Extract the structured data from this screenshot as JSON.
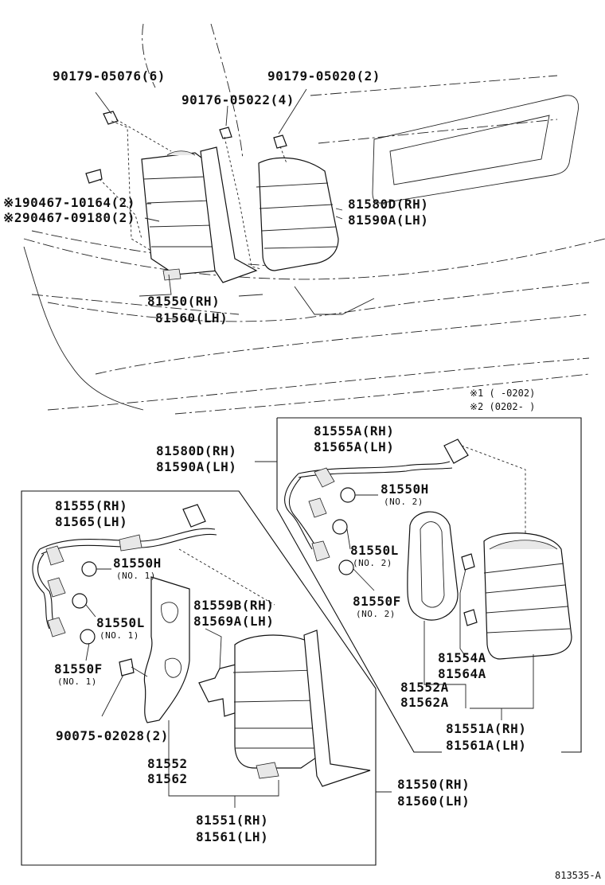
{
  "labels": {
    "p90179_05076": "90179-05076(6)",
    "p90179_05020": "90179-05020(2)",
    "p90176_05022": "90176-05022(4)",
    "p90467_10164": "※190467-10164(2)",
    "p90467_09180": "※290467-09180(2)",
    "p81580d_top": "81580D(RH)",
    "p81590a_top": "81590A(LH)",
    "p81550_top": "81550(RH)",
    "p81560_top": "81560(LH)",
    "p81580d_mid": "81580D(RH)",
    "p81590a_mid": "81590A(LH)",
    "p81555a": "81555A(RH)",
    "p81565a": "81565A(LH)",
    "p81550h_r": "81550H",
    "p81550l_r": "81550L",
    "p81550f_r": "81550F",
    "p81554a": "81554A",
    "p81564a": "81564A",
    "p81552a": "81552A",
    "p81562a": "81562A",
    "p81551a": "81551A(RH)",
    "p81561a": "81561A(LH)",
    "p81555": "81555(RH)",
    "p81565": "81565(LH)",
    "p81550h_l": "81550H",
    "p81550l_l": "81550L",
    "p81550f_l": "81550F",
    "p81559b": "81559B(RH)",
    "p81569a": "81569A(LH)",
    "p90075": "90075-02028(2)",
    "p81552": "81552",
    "p81562": "81562",
    "p81551": "81551(RH)",
    "p81561": "81561(LH)",
    "p81550_bot": "81550(RH)",
    "p81560_bot": "81560(LH)"
  },
  "notes": {
    "no2_h": "(NO. 2)",
    "no2_l": "(NO. 2)",
    "no2_f": "(NO. 2)",
    "no1_h": "(NO. 1)",
    "no1_l": "(NO. 1)",
    "no1_f": "(NO. 1)"
  },
  "legend": {
    "line1": "※1 (      -0202)",
    "line2": "※2 (0202-      )"
  },
  "figure_id": "813535-A"
}
